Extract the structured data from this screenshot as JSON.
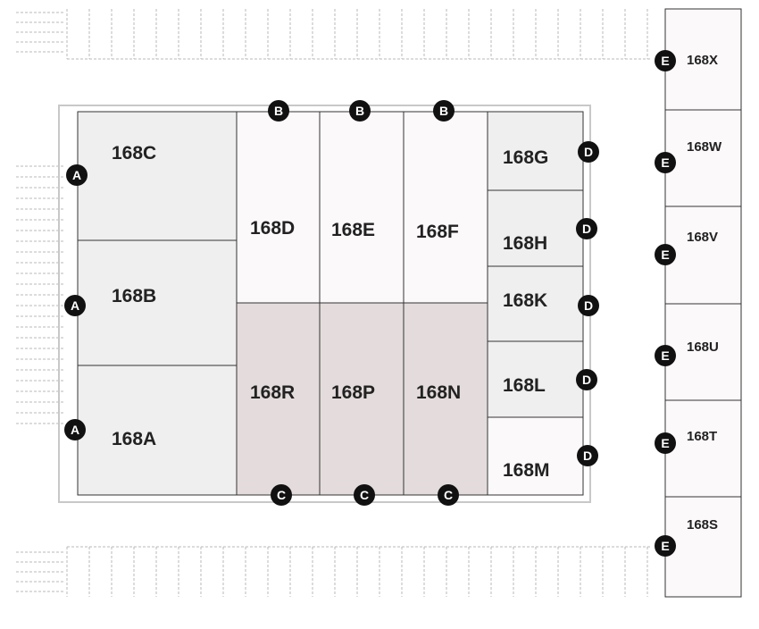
{
  "units": {
    "168A": "168A",
    "168B": "168B",
    "168C": "168C",
    "168D": "168D",
    "168E": "168E",
    "168F": "168F",
    "168G": "168G",
    "168H": "168H",
    "168K": "168K",
    "168L": "168L",
    "168M": "168M",
    "168N": "168N",
    "168P": "168P",
    "168R": "168R",
    "168S": "168S",
    "168T": "168T",
    "168U": "168U",
    "168V": "168V",
    "168W": "168W",
    "168X": "168X"
  },
  "markers": {
    "A": "A",
    "B": "B",
    "C": "C",
    "D": "D",
    "E": "E"
  },
  "colors": {
    "unit_gray": "#efefef",
    "unit_white": "#fcf9fa",
    "unit_rose": "#e4dcdc",
    "outline": "#333333",
    "marker": "#111111",
    "parking_line": "#b8b8b8"
  }
}
